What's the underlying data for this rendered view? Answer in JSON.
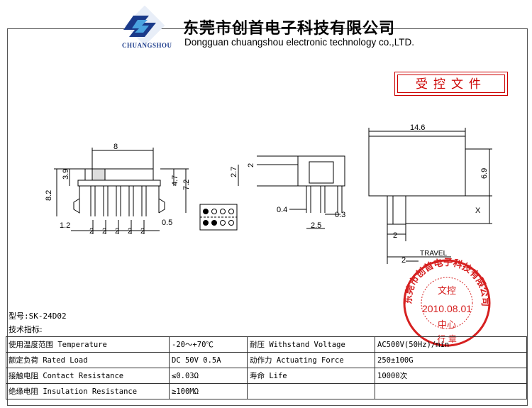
{
  "header": {
    "logo_text": "CHUANGSHOU",
    "company_cn": "东莞市创首电子科技有限公司",
    "company_en": "Dongguan chuangshou electronic technology co.,LTD."
  },
  "control_label": "受控文件",
  "dimensions": {
    "d8": "8",
    "d39": "3.9",
    "d82": "8.2",
    "d47": "4.7",
    "d72": "7.2",
    "d12": "1.2",
    "d05": "0.5",
    "pitch": "2",
    "d27": "2.7",
    "d2a": "2",
    "d04": "0.4",
    "d03": "0.3",
    "d25": "2.5",
    "d146": "14.6",
    "d69": "6.9",
    "dx": "X",
    "d2b": "2",
    "travel": "TRAVEL",
    "d2c": "2"
  },
  "model": "型号:SK-24D02",
  "spec_title": "技术指标:",
  "specs": [
    [
      "使用温度范围 Temperature",
      "-20～+70℃",
      "耐压 Withstand Voltage",
      "AC500V(50Hz)/min"
    ],
    [
      "额定负荷 Rated Load",
      "DC 50V 0.5A",
      "动作力 Actuating Force",
      "250±100G"
    ],
    [
      "接触电阻 Contact Resistance",
      "≤0.03Ω",
      "寿命 Life",
      "10000次"
    ],
    [
      "绝缘电阻 Insulation Resistance",
      "≥100MΩ",
      "",
      ""
    ]
  ],
  "stamp": {
    "ring_text": "东莞市创首电子科技有限公司",
    "center_top": "文控",
    "date": "2010.08.01",
    "center_bottom": "中心",
    "bottom_text": "行 章"
  },
  "colors": {
    "stamp": "#d62020",
    "logo_blue": "#1a3a8a",
    "logo_light": "#4aa3e0"
  }
}
